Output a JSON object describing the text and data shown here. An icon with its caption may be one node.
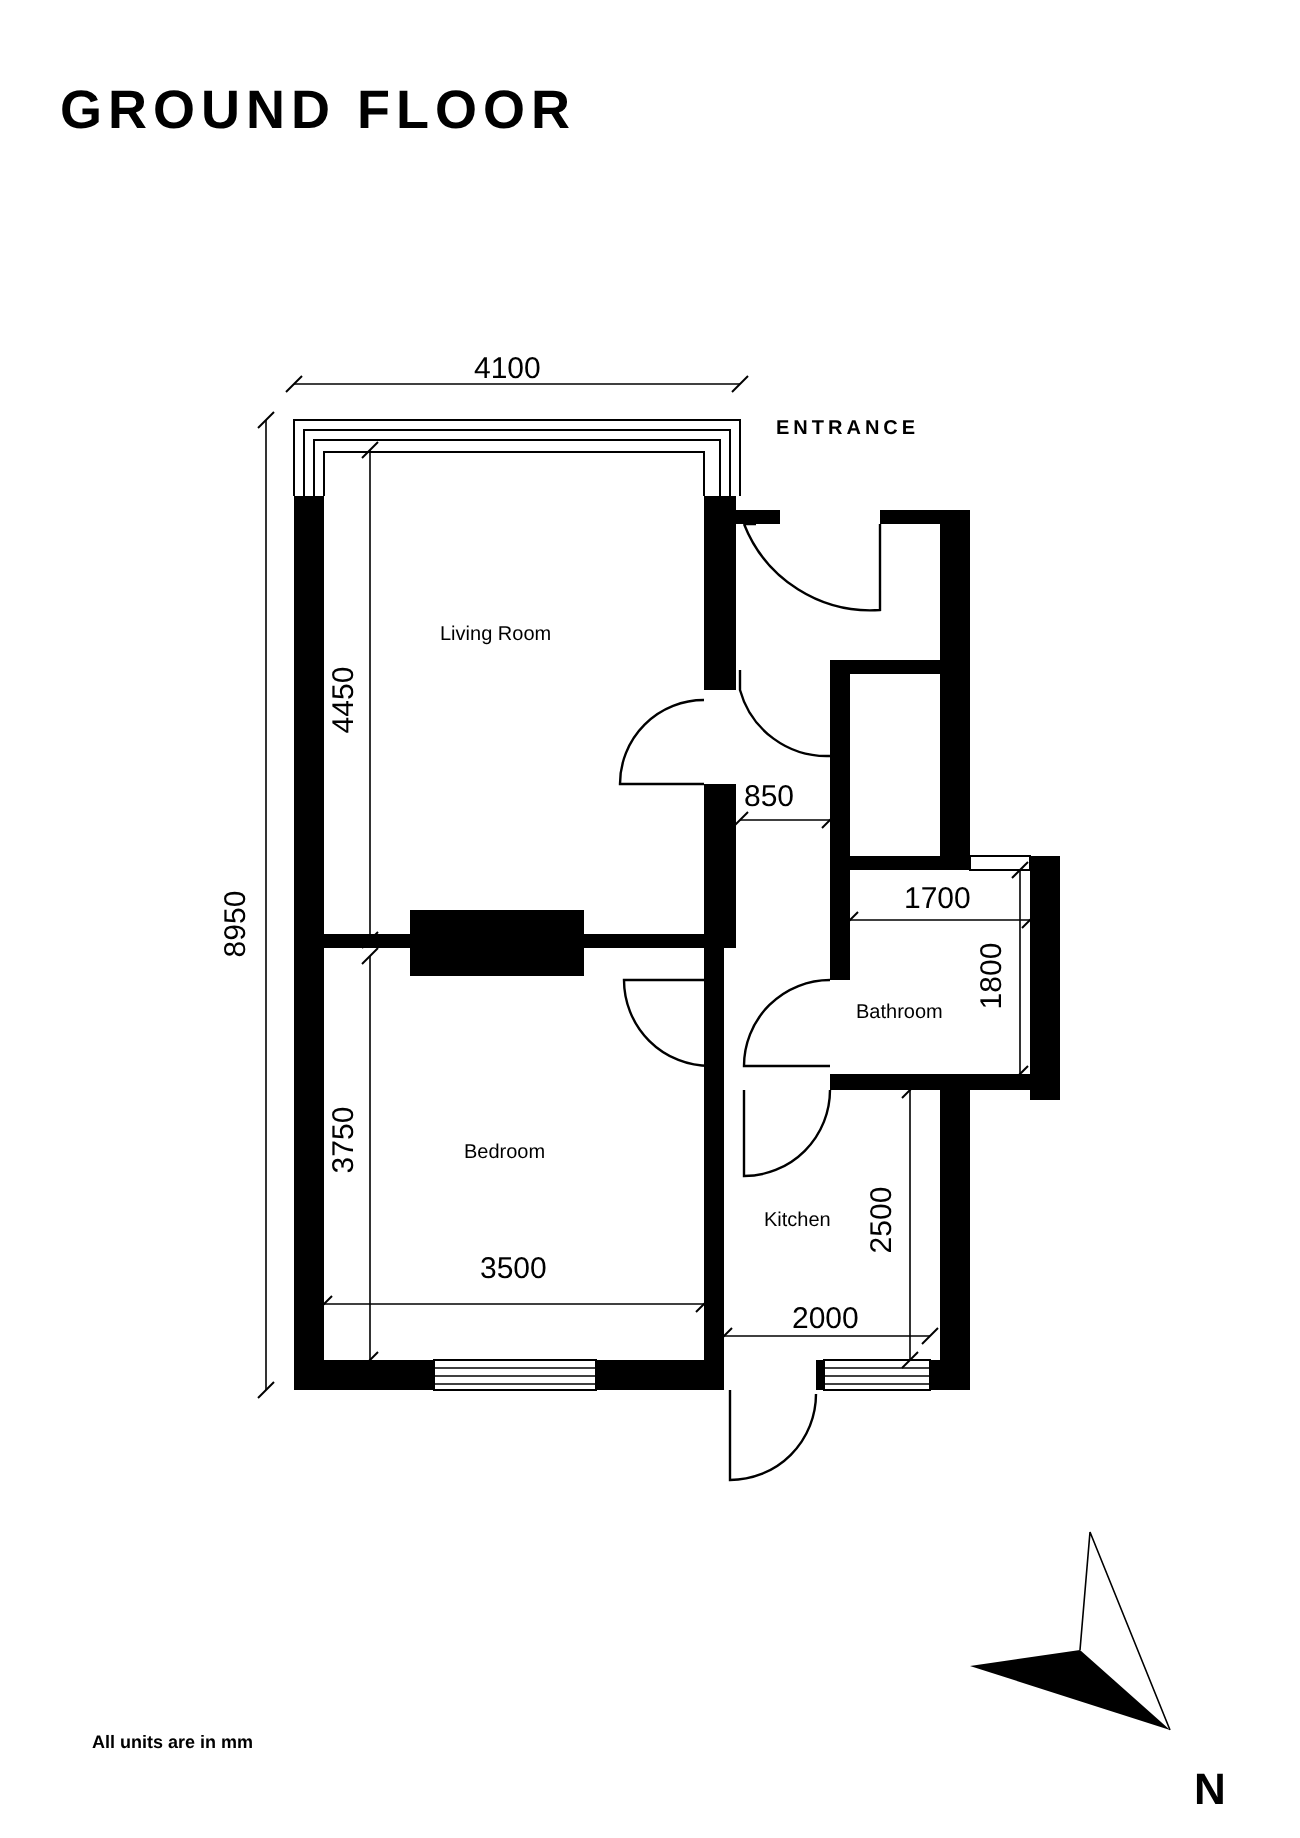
{
  "diagram": {
    "title": "GROUND FLOOR",
    "nodes": [
      {
        "text": [
          "Living Room"
        ]
      },
      {
        "text": [
          "Bathroom"
        ]
      },
      {
        "text": [
          "Bedroom"
        ]
      },
      {
        "text": [
          "Kitchen"
        ]
      }
    ],
    "labels": [
      "ENTRANCE",
      "4100",
      "8950",
      "4450",
      "850",
      "1700",
      "1800",
      "3750",
      "3500",
      "2500",
      "2000",
      "All units are in mm",
      "N"
    ]
  }
}
